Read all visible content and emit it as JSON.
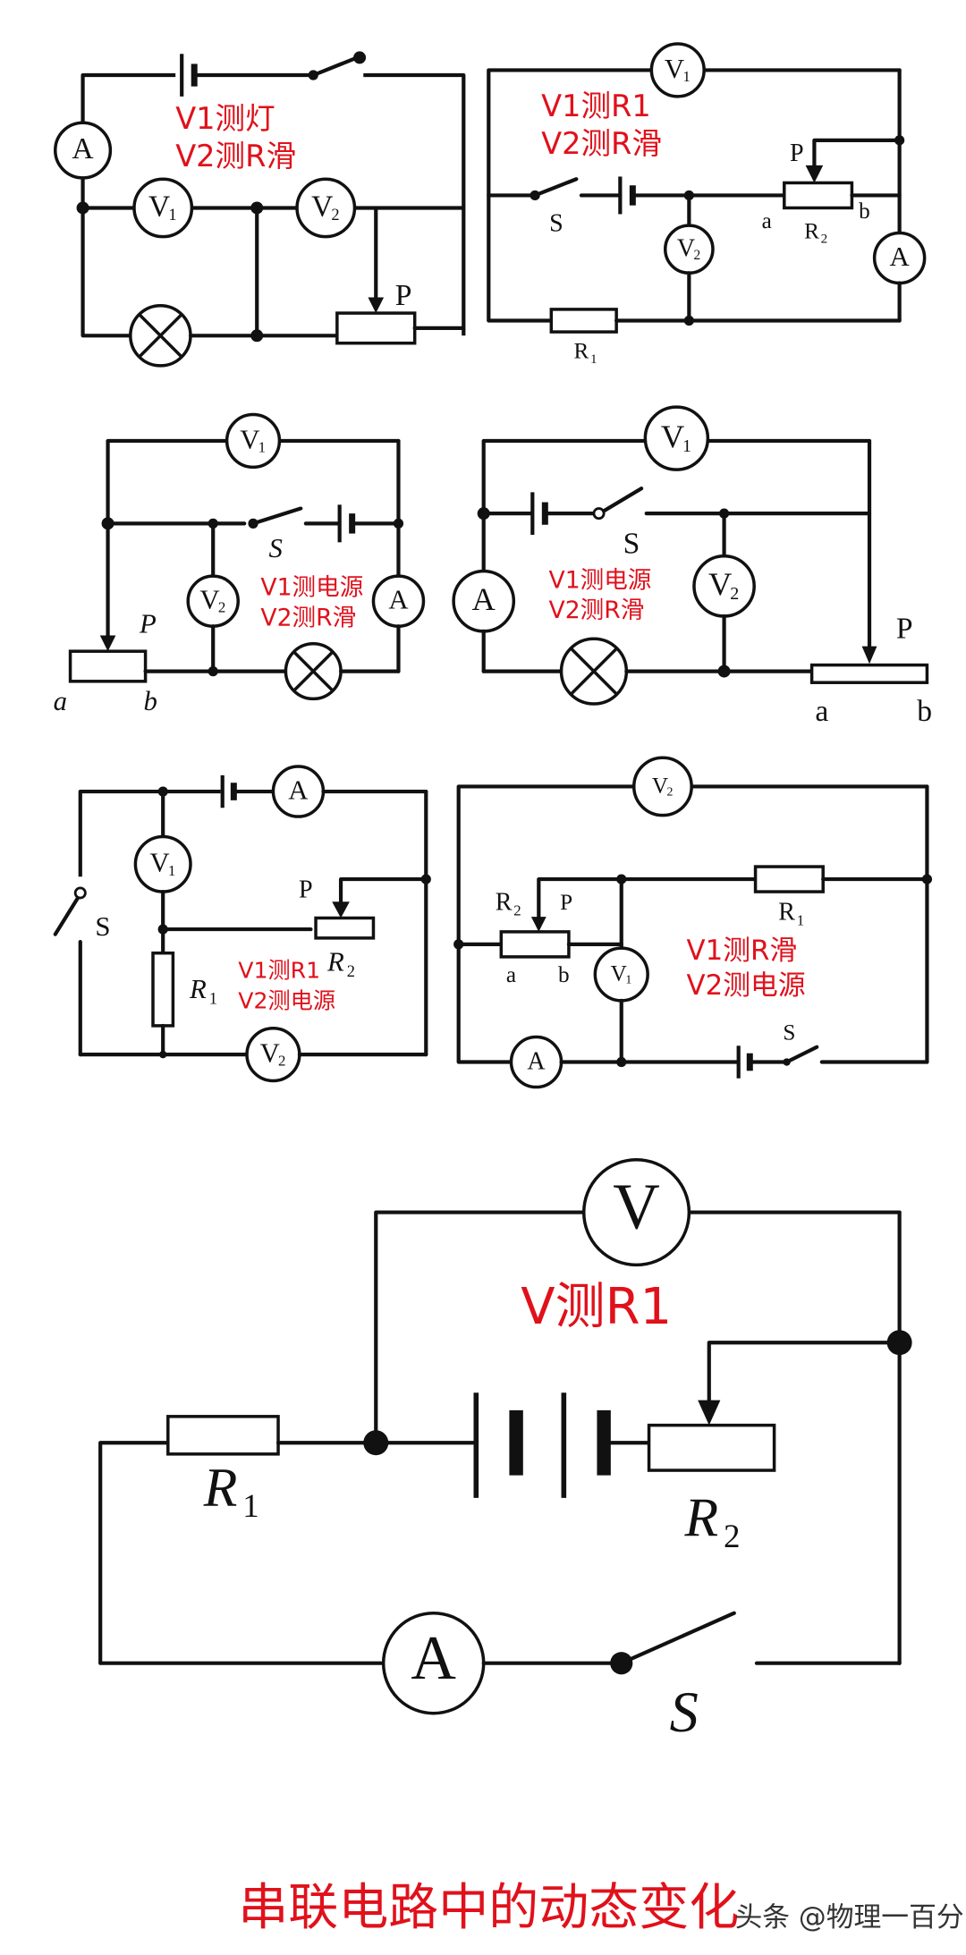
{
  "diagrams": [
    {
      "id": "d1",
      "annotations": [
        "V1测灯",
        "V2测R滑"
      ],
      "symbols": {
        "ammeter": "A",
        "v1": "V",
        "v1_sub": "1",
        "v2": "V",
        "v2_sub": "2",
        "slider": "P"
      }
    },
    {
      "id": "d2",
      "annotations": [
        "V1测R1",
        "V2测R滑"
      ],
      "symbols": {
        "v1": "V",
        "v1_sub": "1",
        "v2": "V",
        "v2_sub": "2",
        "ammeter": "A",
        "switch": "S",
        "slider": "P",
        "end_a": "a",
        "end_b": "b",
        "r2": "R",
        "r2_sub": "2",
        "r1": "R",
        "r1_sub": "1"
      }
    },
    {
      "id": "d3",
      "annotations": [
        "V1测电源",
        "V2测R滑"
      ],
      "symbols": {
        "v1": "V",
        "v1_sub": "1",
        "v2": "V",
        "v2_sub": "2",
        "ammeter": "A",
        "switch": "S",
        "slider": "P",
        "end_a": "a",
        "end_b": "b"
      }
    },
    {
      "id": "d4",
      "annotations": [
        "V1测电源",
        "V2测R滑"
      ],
      "symbols": {
        "v1": "V",
        "v1_sub": "1",
        "v2": "V",
        "v2_sub": "2",
        "ammeter": "A",
        "switch": "S",
        "slider": "P",
        "end_a": "a",
        "end_b": "b"
      }
    },
    {
      "id": "d5",
      "annotations": [
        "V1测R1",
        "V2测电源"
      ],
      "symbols": {
        "ammeter": "A",
        "v1": "V",
        "v1_sub": "1",
        "v2": "V",
        "v2_sub": "2",
        "switch": "S",
        "slider": "P",
        "r2": "R",
        "r2_sub": "2",
        "r1": "R",
        "r1_sub": "1"
      }
    },
    {
      "id": "d6",
      "annotations": [
        "V1测R滑",
        "V2测电源"
      ],
      "symbols": {
        "v2": "V",
        "v2_sub": "2",
        "v1": "V",
        "v1_sub": "1",
        "ammeter": "A",
        "switch": "S",
        "slider": "P",
        "end_a": "a",
        "end_b": "b",
        "r2": "R",
        "r2_sub": "2",
        "r1": "R",
        "r1_sub": "1"
      }
    },
    {
      "id": "d7",
      "annotations": [
        "V测R1"
      ],
      "symbols": {
        "voltmeter": "V",
        "ammeter": "A",
        "switch": "S",
        "r1": "R",
        "r1_sub": "1",
        "r2": "R",
        "r2_sub": "2"
      }
    }
  ],
  "footer": {
    "title": "串联电路中的动态变化",
    "source": "头条 @物理一百分"
  },
  "colors": {
    "annotation": "#e0111b",
    "wire": "#111111",
    "background": "#ffffff"
  }
}
